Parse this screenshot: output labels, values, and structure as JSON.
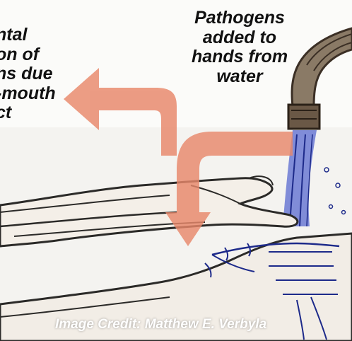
{
  "labels": {
    "left_lines": [
      "ntal",
      "on of",
      "ns due",
      "-mouth",
      "ct"
    ],
    "right_lines": [
      "Pathogens",
      "added to",
      "hands from",
      "water"
    ]
  },
  "credit": "Image Credit: Matthew E. Verbyla",
  "colors": {
    "arrow": "#e8876a",
    "ink_blue": "#2a3a9a",
    "ink_dark": "#2b2a28",
    "faucet": "#5a4a3a"
  }
}
